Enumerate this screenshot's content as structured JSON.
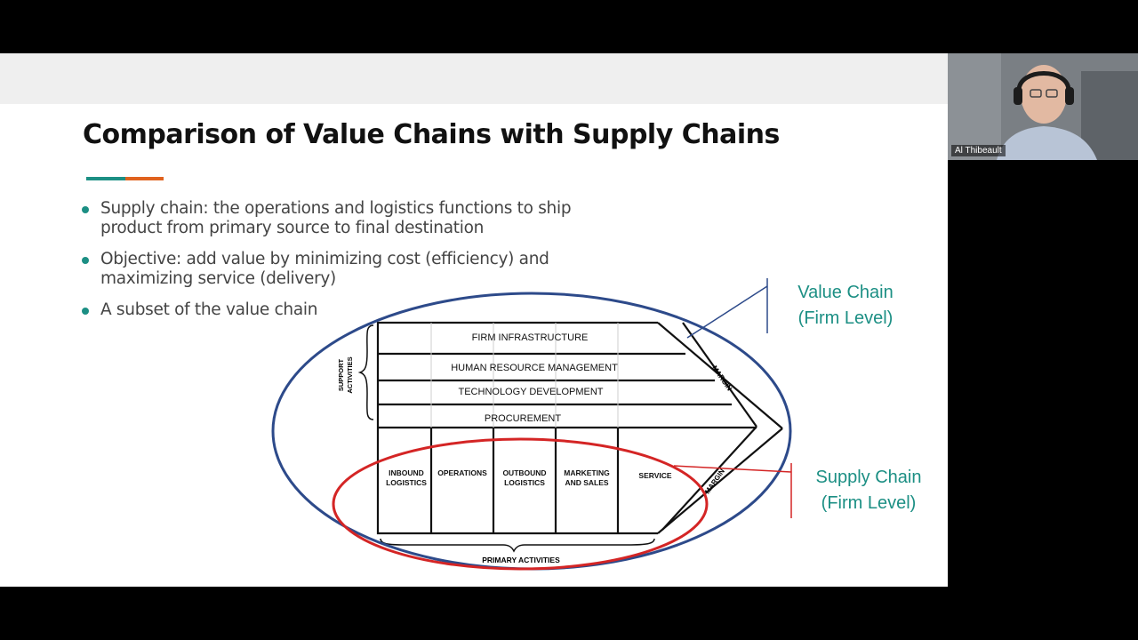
{
  "slide": {
    "title": "Comparison of Value Chains with Supply Chains",
    "accent_colors": {
      "teal": "#1c8f84",
      "orange": "#e0621e"
    },
    "bullets": [
      "Supply chain: the operations and logistics functions to ship product from primary source to final destination",
      "Objective: add value by minimizing cost (efficiency) and maximizing service (delivery)",
      "A subset of the value chain"
    ]
  },
  "diagram": {
    "support_label_1": "SUPPORT",
    "support_label_2": "ACTIVITIES",
    "support_activities": [
      "FIRM INFRASTRUCTURE",
      "HUMAN RESOURCE MANAGEMENT",
      "TECHNOLOGY DEVELOPMENT",
      "PROCUREMENT"
    ],
    "primary_activities": [
      [
        "INBOUND",
        "LOGISTICS"
      ],
      [
        "OPERATIONS"
      ],
      [
        "OUTBOUND",
        "LOGISTICS"
      ],
      [
        "MARKETING",
        "AND SALES"
      ],
      [
        "SERVICE"
      ]
    ],
    "margin_label": "MARGIN",
    "primary_label": "PRIMARY ACTIVITIES",
    "value_chain_color": "#2d4a8a",
    "supply_chain_color": "#d42525"
  },
  "callouts": {
    "value_chain": [
      "Value Chain",
      "(Firm Level)"
    ],
    "supply_chain": [
      "Supply Chain",
      "(Firm Level)"
    ]
  },
  "video": {
    "participant_name": "Al Thibeault",
    "icon": "headset-icon"
  }
}
